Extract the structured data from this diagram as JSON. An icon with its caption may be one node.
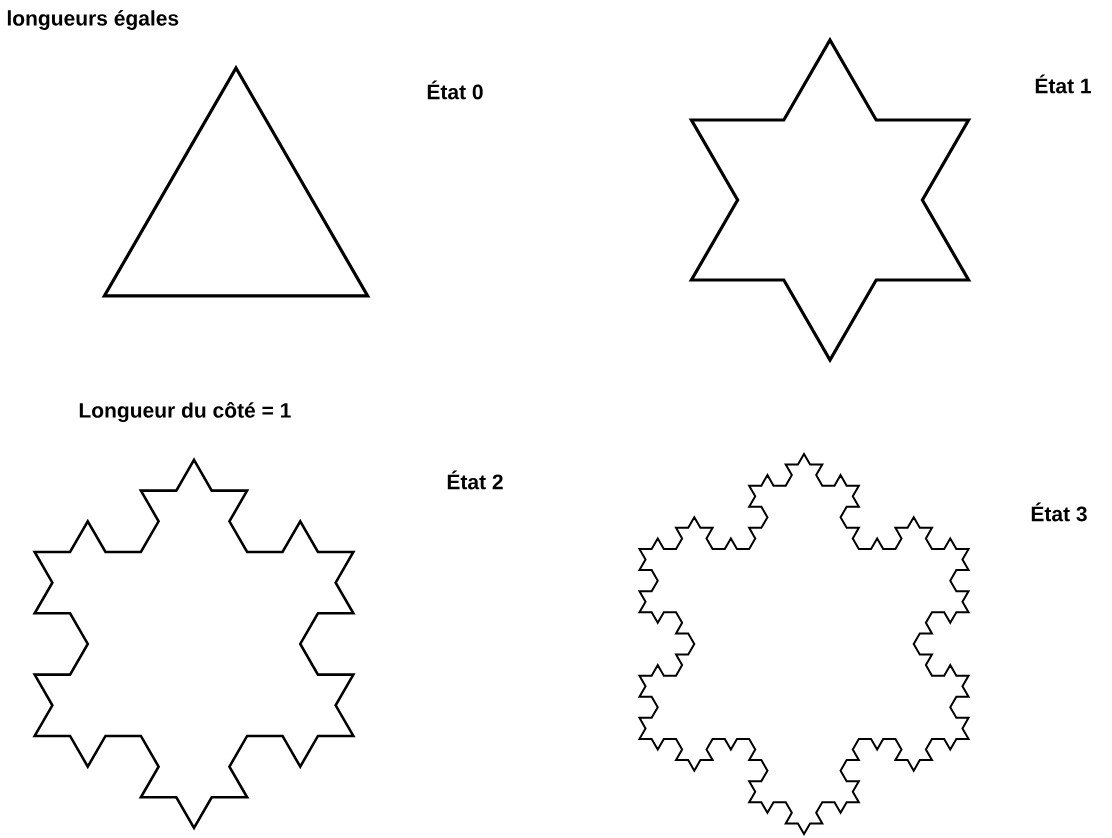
{
  "diagram": {
    "labels": [
      "longueurs égales",
      "État 0",
      "État 1",
      "Longueur du côté = 1",
      "État 2",
      "État 3"
    ]
  }
}
